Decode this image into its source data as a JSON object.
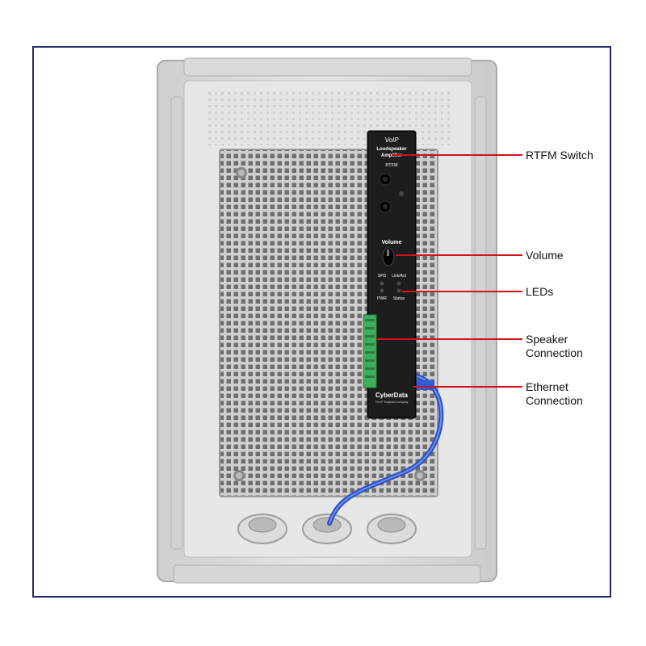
{
  "colors": {
    "frame_border": "#1b2a6b",
    "callout_line": "#d0121b",
    "enclosure": "#dedede",
    "backplate": "#c9c9c9",
    "device": "#151515",
    "terminal": "#3fae5a",
    "cable": "#2750c8"
  },
  "device": {
    "product": "VoIP",
    "title_line1": "Loudspeaker",
    "title_line2": "Amplifier",
    "rtfm_label": "RTFM",
    "volume_label": "Volume",
    "spd_label": "SPD",
    "link_label": "Link/Act",
    "pwr_label": "PWR",
    "status_label": "Status",
    "brand": "CyberData",
    "tagline": "The IP Endpoint Company"
  },
  "callouts": [
    {
      "label": "RTFM Switch"
    },
    {
      "label": "Volume"
    },
    {
      "label": "LEDs"
    },
    {
      "label": "Speaker\nConnection"
    },
    {
      "label": "Ethernet\nConnection"
    }
  ]
}
